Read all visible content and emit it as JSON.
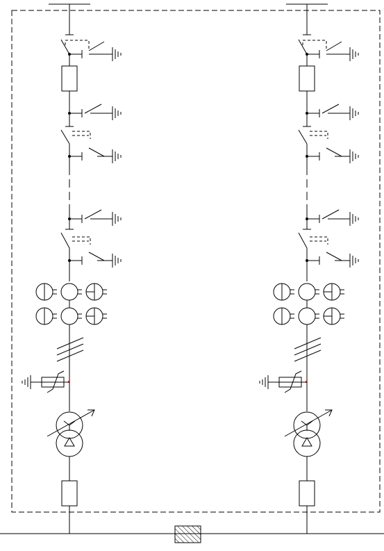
{
  "diagram": {
    "type": "single-line electrical schematic",
    "bays": 2,
    "components_per_bay": [
      "busbar-terminal",
      "disconnector-with-earthing-switch",
      "fuse",
      "disconnector-with-two-earthing-switches",
      "disconnector-with-two-earthing-switches",
      "current-transformers-6",
      "three-phase-cable",
      "surge-arrester",
      "power-transformer-adjustable",
      "fuse"
    ],
    "shared": [
      "main-busbar",
      "hatched-coupling"
    ],
    "colors": {
      "line": "#000000",
      "accent": "#e53935",
      "background": "#ffffff"
    }
  }
}
